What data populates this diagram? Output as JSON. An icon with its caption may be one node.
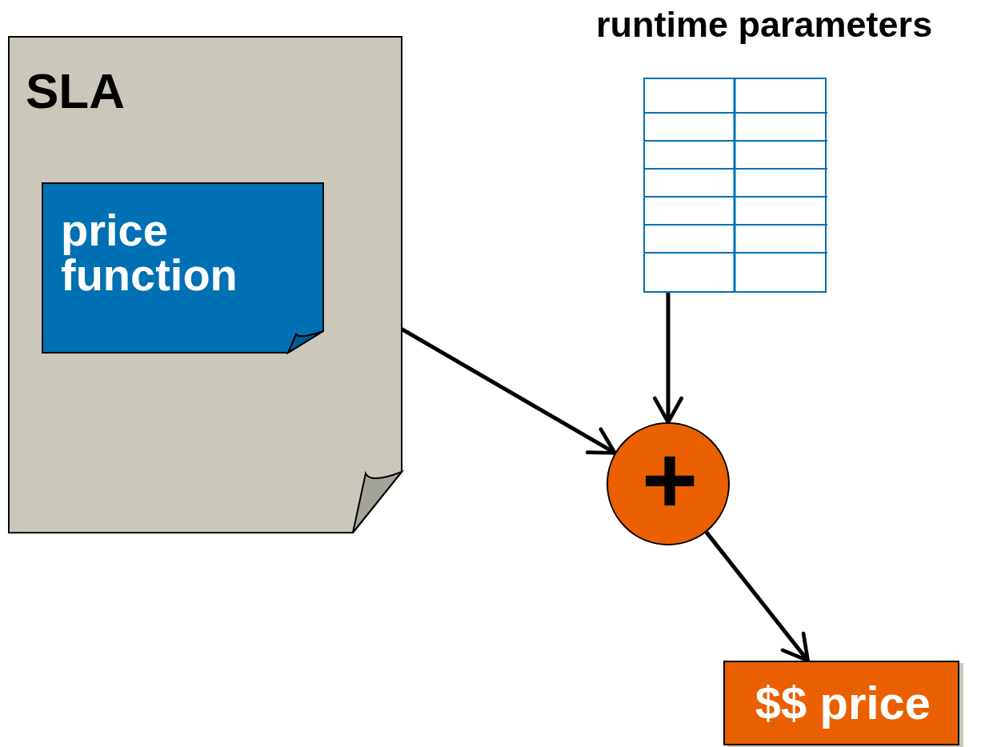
{
  "diagram": {
    "nodes": [
      {
        "text": [
          "SLA"
        ]
      },
      {
        "text": [
          "price function"
        ],
        "in": 0
      },
      {
        "text": [
          "runtime parameters"
        ]
      },
      {
        "text": [
          "+"
        ]
      },
      {
        "text": [
          "$$ price"
        ]
      }
    ],
    "edges": [
      {
        "from": 1,
        "to": 3,
        "arrow": "to"
      },
      {
        "from": 2,
        "to": 3,
        "arrow": "to"
      },
      {
        "from": 3,
        "to": 4,
        "arrow": "to"
      }
    ]
  }
}
